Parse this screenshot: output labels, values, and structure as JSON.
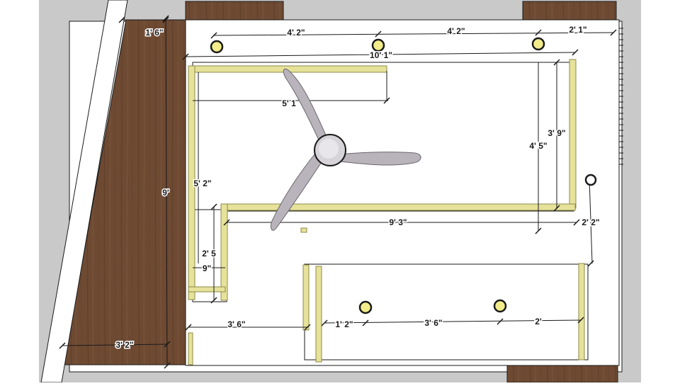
{
  "colors": {
    "wood": "#6e4a33",
    "wood_dark": "#5a3a26",
    "beam": "#e6e29a",
    "beam_edge": "#8f8a4a",
    "ceiling": "#ffffff",
    "wall": "#c9c9c9",
    "light_ring": "#1a1a1a",
    "light_core": "#f2ec8a",
    "fan_blade": "#b9b4bb",
    "fan_hub": "#d6d4d8",
    "line": "#1a1a1a"
  },
  "dimensions": {
    "top_left_width": "1' 6\"",
    "top_span_a": "4' 2\"",
    "top_span_b": "4' 2\"",
    "top_span_c": "2' 1\"",
    "top_total": "10' 1\"",
    "upper_inner": "5' 1",
    "right_inner": "3' 9\"",
    "right_outer": "4' 5\"",
    "left_vertical": "5' 2\"",
    "wood_height": "9'",
    "mid_span": "9' 3\"",
    "right_step": "2' 2\"",
    "small_vertical": "2' 5",
    "small_horizontal": "9\"",
    "bottom_left_span": "3' 6\"",
    "bottom_a": "1' 2\"",
    "bottom_b": "3' 6\"",
    "bottom_c": "2'",
    "wood_bottom": "3' 2\""
  },
  "elements": {
    "fan": "ceiling-fan-icon",
    "light": "recessed-light-icon"
  }
}
